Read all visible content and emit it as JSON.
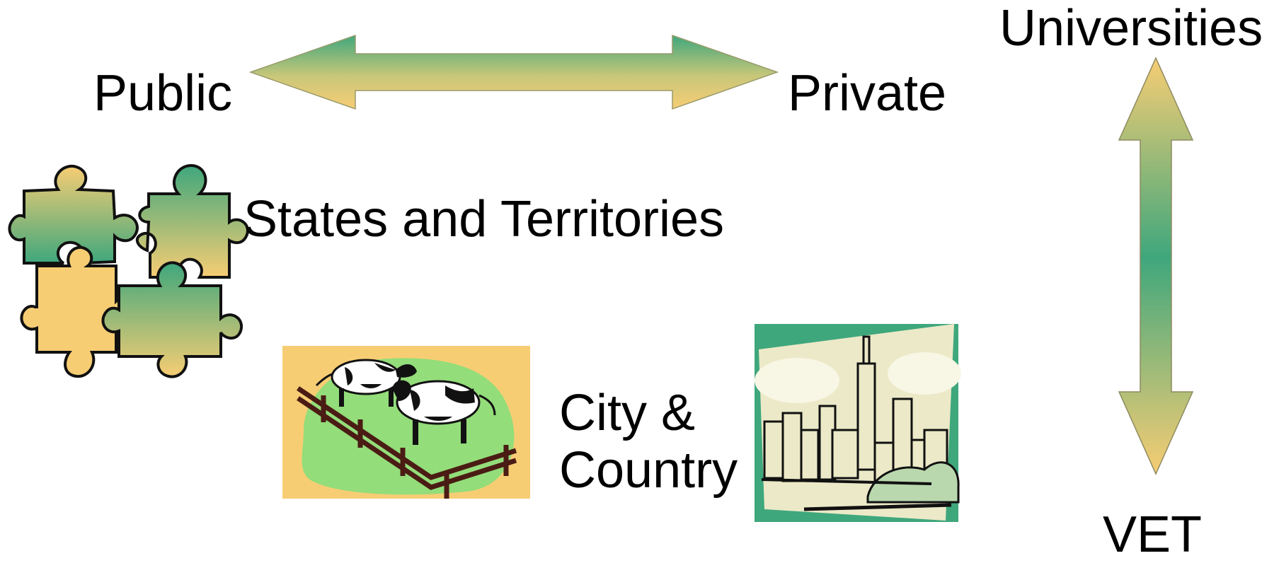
{
  "labels": {
    "public": "Public",
    "private": "Private",
    "universities": "Universities",
    "vet": "VET",
    "states": "States and Territories",
    "city_line1": "City &",
    "city_line2": "Country"
  },
  "colors": {
    "yellow": "#f7cd74",
    "green": "#3fa77c",
    "light_green": "#93dd7a",
    "cream": "#ece9c8",
    "dark": "#111111",
    "fence": "#4a1c14"
  },
  "icons": {
    "puzzle": "puzzle-icon",
    "farm": "cows-farm-icon",
    "city": "city-skyline-icon",
    "horizontal_arrow": "double-arrow-horizontal-icon",
    "vertical_arrow": "double-arrow-vertical-icon"
  }
}
